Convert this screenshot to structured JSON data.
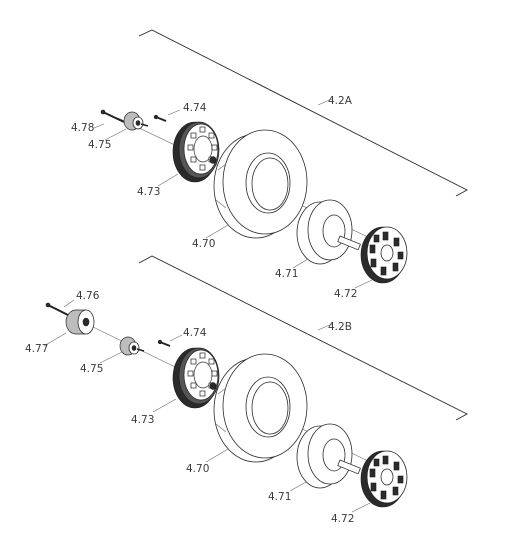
{
  "diagram": {
    "assembly_a": {
      "label": "4.2A",
      "parts": {
        "tyre": "4.70",
        "tube": "4.71",
        "rim_outer": "4.72",
        "rim_inner": "4.73",
        "bolt_rim": "4.74",
        "hub": "4.75",
        "bolt_hub": "4.78"
      }
    },
    "assembly_b": {
      "label": "4.2B",
      "parts": {
        "tyre": "4.70",
        "tube": "4.71",
        "rim_outer": "4.72",
        "rim_inner": "4.73",
        "bolt_rim": "4.74",
        "hub": "4.75",
        "bolt_adapter": "4.76",
        "adapter": "4.77"
      }
    }
  }
}
